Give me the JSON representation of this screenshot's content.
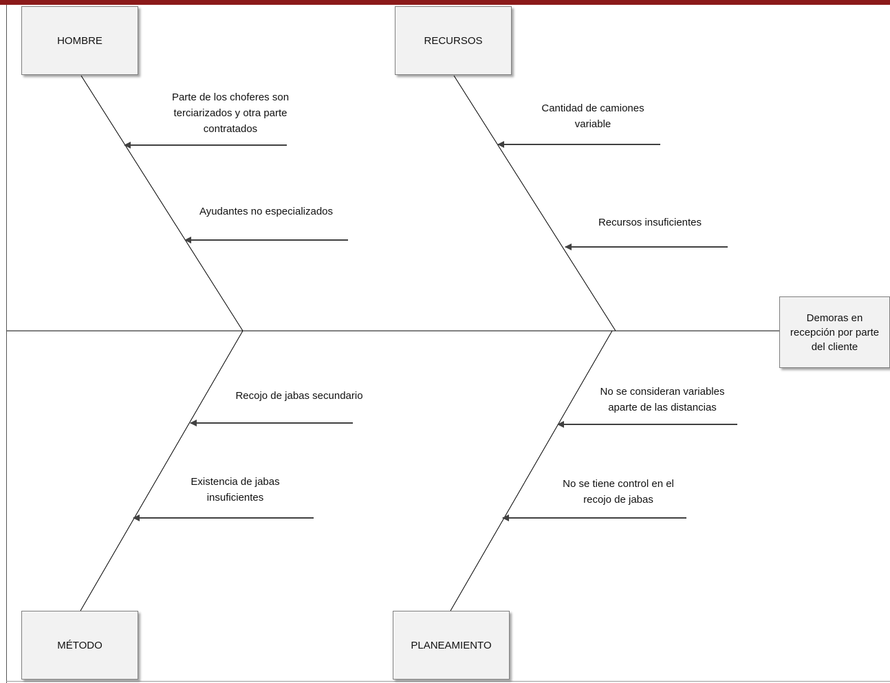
{
  "diagram": {
    "effect": "Demoras en\nrecepción por parte\ndel cliente",
    "categories": {
      "hombre": "HOMBRE",
      "recursos": "RECURSOS",
      "metodo": "MÉTODO",
      "planeamiento": "PLANEAMIENTO"
    },
    "causes": {
      "hombre": [
        "Parte de los choferes son\nterciarizados y otra parte\ncontratados",
        "Ayudantes no especializados"
      ],
      "recursos": [
        "Cantidad de camiones\nvariable",
        "Recursos insuficientes"
      ],
      "metodo": [
        "Recojo de jabas secundario",
        "Existencia de jabas\ninsuficientes"
      ],
      "planeamiento": [
        "No se consideran variables\naparte de las distancias",
        "No se tiene control en el\nrecojo de jabas"
      ]
    },
    "colors": {
      "top_bar": "#8b1a1a",
      "line": "#000000",
      "arrow": "#404040",
      "box_fill": "#f2f2f2"
    }
  }
}
